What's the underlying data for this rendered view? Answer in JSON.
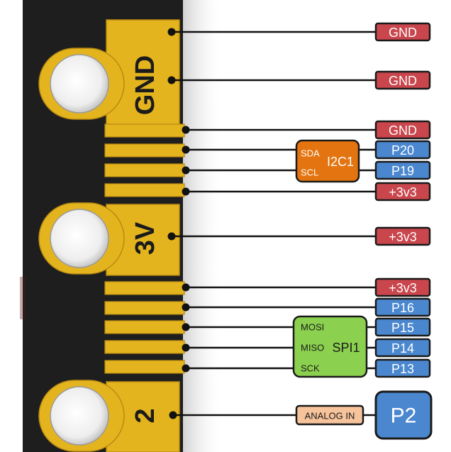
{
  "board": {
    "big_pads": [
      {
        "label": "GND"
      },
      {
        "label": "3V"
      },
      {
        "label": "2"
      }
    ]
  },
  "pins": [
    {
      "label": "GND",
      "color": "#c9464d"
    },
    {
      "label": "GND",
      "color": "#c9464d"
    },
    {
      "label": "GND",
      "color": "#c9464d"
    },
    {
      "label": "P20",
      "color": "#4a87cf"
    },
    {
      "label": "P19",
      "color": "#4a87cf"
    },
    {
      "label": "+3v3",
      "color": "#c9464d"
    },
    {
      "label": "+3v3",
      "color": "#c9464d"
    },
    {
      "label": "+3v3",
      "color": "#c9464d"
    },
    {
      "label": "P16",
      "color": "#4a87cf"
    },
    {
      "label": "P15",
      "color": "#4a87cf"
    },
    {
      "label": "P14",
      "color": "#4a87cf"
    },
    {
      "label": "P13",
      "color": "#4a87cf"
    },
    {
      "label": "P2",
      "color": "#4a87cf"
    }
  ],
  "protocols": {
    "i2c": {
      "name": "I2C1",
      "line1": "SDA",
      "line2": "SCL",
      "color": "#e3740f"
    },
    "spi": {
      "name": "SPI1",
      "line1": "MOSI",
      "line2": "MISO",
      "line3": "SCK",
      "color": "#8bd14f"
    },
    "analog": {
      "name": "ANALOG IN",
      "color": "#f6c39b"
    }
  },
  "colors": {
    "gold": "#e4b41f",
    "gold_dark": "#b88a10",
    "board": "#1e1e1e"
  }
}
